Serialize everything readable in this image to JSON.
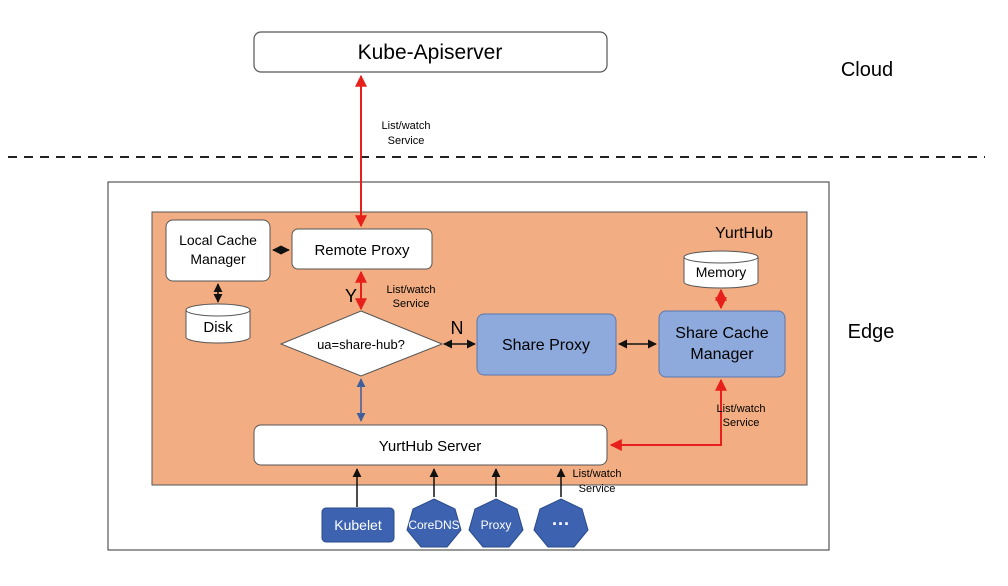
{
  "zones": {
    "cloud": "Cloud",
    "edge": "Edge"
  },
  "cloud": {
    "apiserver": "Kube-Apiserver"
  },
  "yurthub": {
    "title": "YurtHub",
    "local_cache_manager": [
      "Local Cache",
      "Manager"
    ],
    "disk": "Disk",
    "remote_proxy": "Remote Proxy",
    "decision": "ua=share-hub?",
    "yes": "Y",
    "no": "N",
    "share_proxy": "Share Proxy",
    "share_cache_manager": [
      "Share Cache",
      "Manager"
    ],
    "memory": "Memory",
    "server": "YurtHub Server"
  },
  "links": {
    "cloud_listwatch": [
      "List/watch",
      "Service"
    ],
    "remote_listwatch": [
      "List/watch",
      "Service"
    ],
    "sharecache_listwatch": [
      "List/watch",
      "Service"
    ],
    "clients_listwatch": [
      "List/watch",
      "Service"
    ]
  },
  "clients": {
    "kubelet": "Kubelet",
    "coredns": "CoreDNS",
    "proxy": "Proxy",
    "more": "···"
  },
  "colors": {
    "yurthub_bg": "#f2ad82",
    "share_fill": "#8ea9db",
    "client_fill": "#3d62b0",
    "red_arrow": "#e8201b",
    "blue_arrow": "#3f5f9a"
  }
}
